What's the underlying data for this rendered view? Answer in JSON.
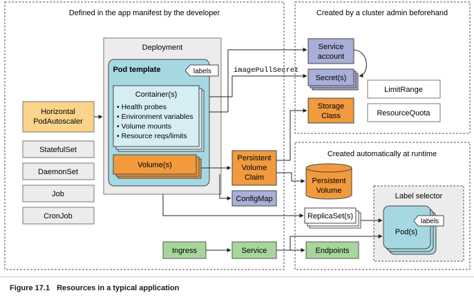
{
  "regions": {
    "app_manifest": "Defined in the app manifest by the developer",
    "cluster_admin": "Created by a cluster admin beforehand",
    "runtime": "Created automatically at runtime"
  },
  "nodes": {
    "deployment": "Deployment",
    "pod_template": "Pod template",
    "labels_tag_template": "labels",
    "containers_title": "Container(s)",
    "container_items": [
      "• Health probes",
      "• Environment variables",
      "• Volume mounts",
      "• Resource reqs/limits"
    ],
    "volumes": "Volume(s)",
    "hpa": [
      "Horizontal",
      "PodAutoscaler"
    ],
    "statefulset": "StatefulSet",
    "daemonset": "DaemonSet",
    "job": "Job",
    "cronjob": "CronJob",
    "service_account": [
      "Service",
      "account"
    ],
    "secrets": "Secret(s)",
    "storage_class": [
      "Storage",
      "Class"
    ],
    "limitrange": "LimitRange",
    "resourcequota": "ResourceQuota",
    "pvc": [
      "Persistent",
      "Volume",
      "Claim"
    ],
    "pv": [
      "Persistent",
      "Volume"
    ],
    "configmap": "ConfigMap",
    "replicasets": "ReplicaSet(s)",
    "label_selector": "Label selector",
    "pods": "Pod(s)",
    "labels_tag_pods": "labels",
    "ingress": "Ingress",
    "service": "Service",
    "endpoints": "Endpoints"
  },
  "edge_labels": {
    "image_pull_secret": "imagePullSecret"
  },
  "caption": {
    "figure": "Figure 17.1",
    "title": "Resources in a typical application"
  },
  "colors": {
    "orange": "#f19a3e",
    "light_orange": "#fbd38a",
    "lavender": "#a9afd6",
    "teal": "#a6d8e2",
    "teal_light": "#d6eef3",
    "green": "#a6d69b",
    "gray": "#ececec"
  }
}
